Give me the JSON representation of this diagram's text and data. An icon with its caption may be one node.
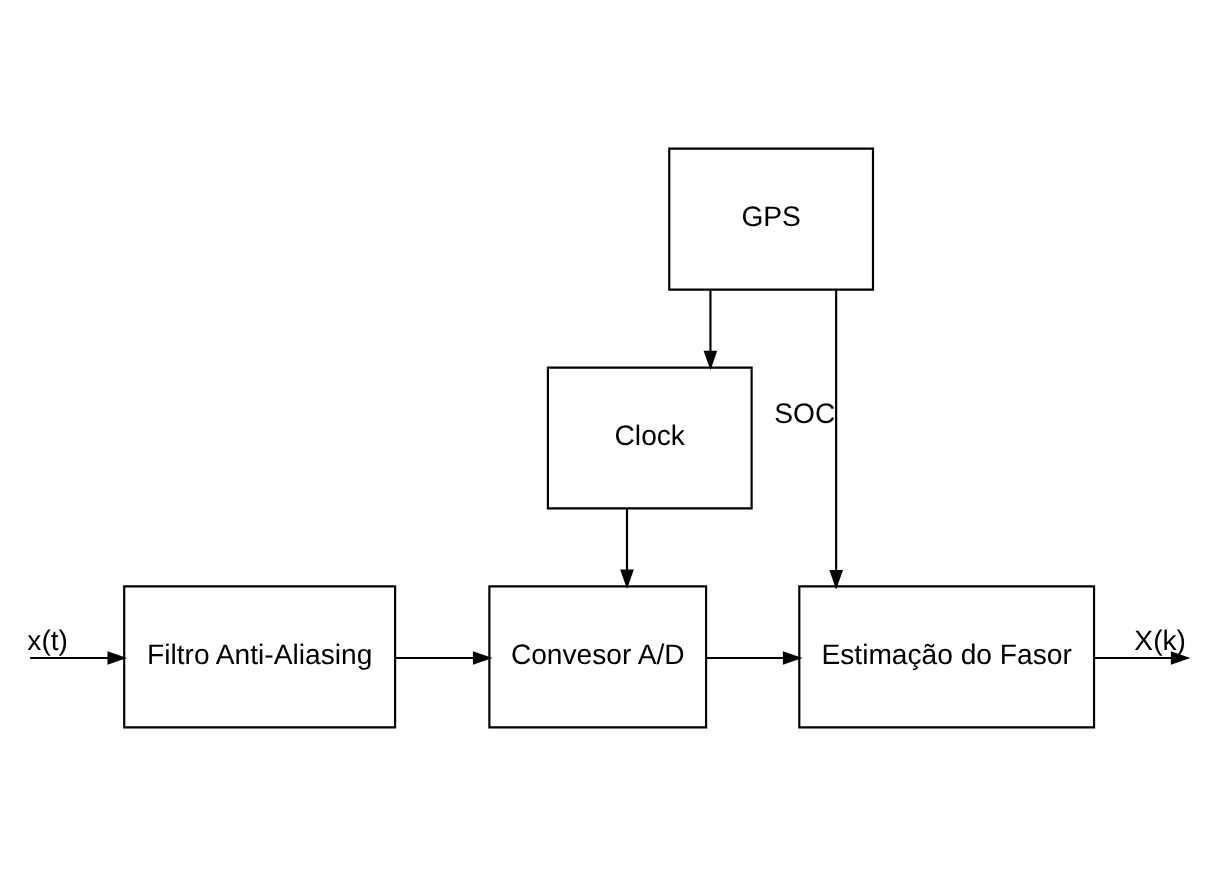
{
  "diagram": {
    "nodes": [
      {
        "text": [
          "GPS"
        ]
      },
      {
        "text": [
          "Clock"
        ]
      },
      {
        "text": [
          "Filtro Anti-Aliasing"
        ]
      },
      {
        "text": [
          "Convesor A/D"
        ]
      },
      {
        "text": [
          "Estimação do Fasor"
        ]
      }
    ],
    "edges": [
      {
        "from": 0,
        "to": 1,
        "arrow": "to"
      },
      {
        "from": 0,
        "to": 4,
        "arrow": "to",
        "label": "SOC"
      },
      {
        "from": 1,
        "to": 3,
        "arrow": "to"
      },
      {
        "from": null,
        "to": 2,
        "arrow": "to",
        "label": "x(t)"
      },
      {
        "from": 2,
        "to": 3,
        "arrow": "to"
      },
      {
        "from": 3,
        "to": 4,
        "arrow": "to"
      },
      {
        "from": 4,
        "to": null,
        "arrow": "to",
        "label": "X(k)"
      }
    ]
  }
}
